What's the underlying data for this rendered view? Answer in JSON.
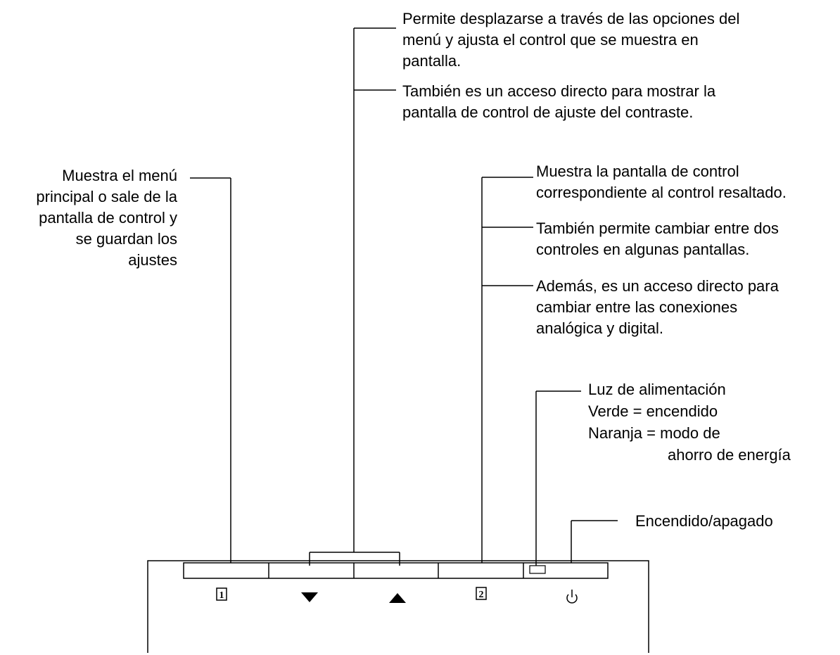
{
  "annotations": {
    "menu_button": [
      "Muestra el menú",
      "principal o sale de la",
      "pantalla de control y",
      "se guardan los",
      "ajustes"
    ],
    "arrows_line1": [
      "Permite desplazarse a través de las opciones del",
      "menú y ajusta el control que se muestra en",
      "pantalla."
    ],
    "arrows_line2": [
      "También es un acceso directo para mostrar la",
      "pantalla de control de ajuste del contraste."
    ],
    "button2_line1": [
      "Muestra la pantalla de control",
      "correspondiente al control resaltado."
    ],
    "button2_line2": [
      "También permite cambiar entre dos",
      "controles en algunas pantallas."
    ],
    "button2_line3": [
      "Además, es un acceso directo para",
      "cambiar entre las conexiones",
      "analógica y digital."
    ],
    "power_light": [
      "Luz de alimentación",
      "Verde = encendido",
      "Naranja = modo de",
      "ahorro de energía"
    ],
    "power_button": "Encendido/apagado"
  },
  "button_labels": {
    "menu": "1",
    "input": "2"
  },
  "icons": {
    "down": "triangle-down-icon",
    "up": "triangle-up-icon",
    "power": "power-icon"
  }
}
